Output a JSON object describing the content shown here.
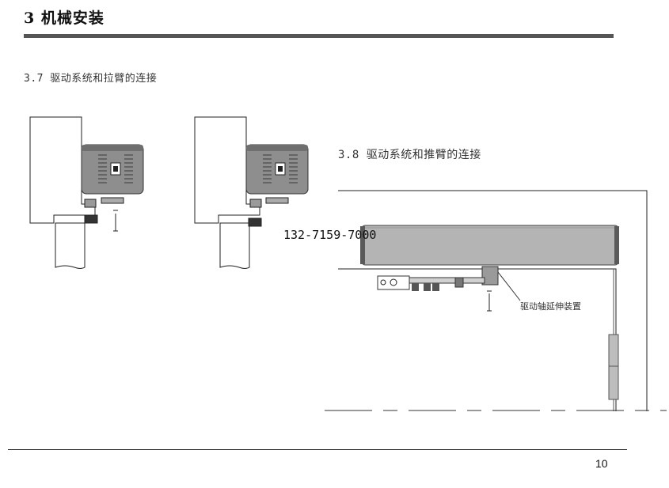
{
  "header": {
    "title": "3 机械安装"
  },
  "section_37": {
    "title": "3.7 驱动系统和拉臂的连接"
  },
  "section_38": {
    "title": "3.8 驱动系统和推臂的连接"
  },
  "overlay": {
    "phone": "132-7159-7000"
  },
  "figure_38": {
    "callout_label": "驱动轴延伸装置"
  },
  "footer": {
    "page_number": "10"
  },
  "colors": {
    "operator_body": "#8e8e8e",
    "operator_dark": "#5a5a5a",
    "rule": "#555555"
  }
}
